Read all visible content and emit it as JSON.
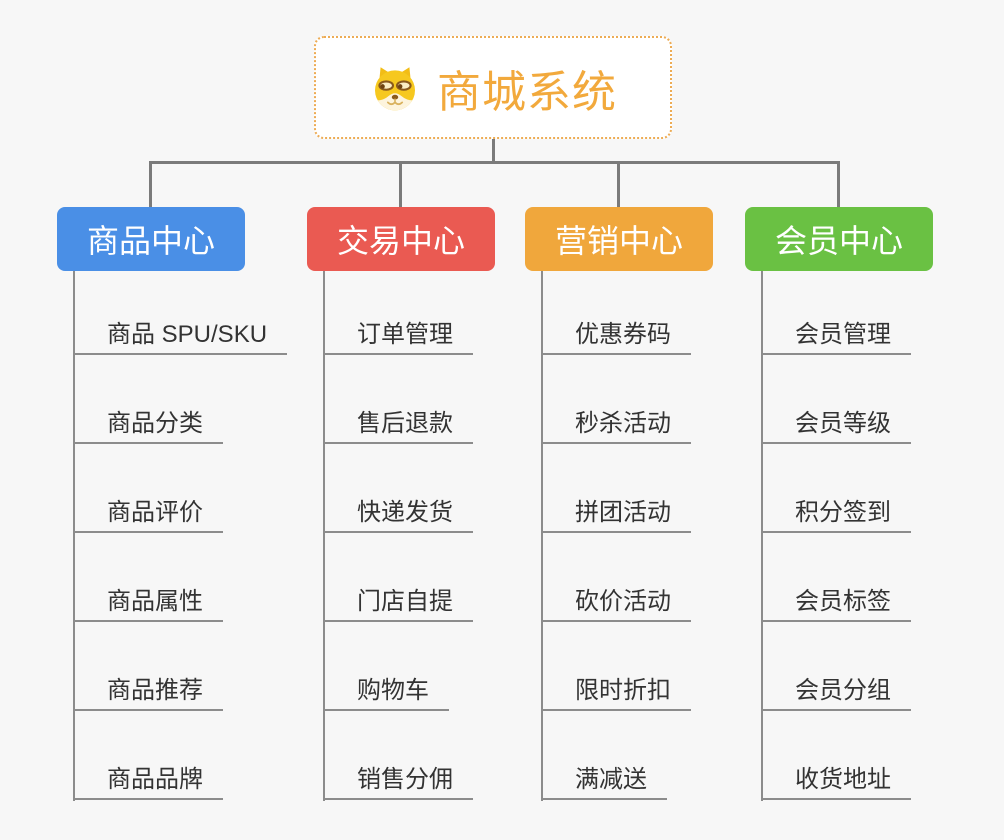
{
  "root": {
    "title": "商城系统",
    "icon": "doge-face-icon"
  },
  "colors": {
    "canvas_background": "#f7f7f7",
    "connector_line": "#7b7b7b",
    "item_underline": "#8c8c8c",
    "item_text": "#333333",
    "root_text": "#f2a93c",
    "root_border": "#edac55"
  },
  "branches": [
    {
      "label": "商品中心",
      "color": "#4a8fe6",
      "items": [
        "商品 SPU/SKU",
        "商品分类",
        "商品评价",
        "商品属性",
        "商品推荐",
        "商品品牌"
      ]
    },
    {
      "label": "交易中心",
      "color": "#ea5a52",
      "items": [
        "订单管理",
        "售后退款",
        "快递发货",
        "门店自提",
        "购物车",
        "销售分佣"
      ]
    },
    {
      "label": "营销中心",
      "color": "#f0a73c",
      "items": [
        "优惠券码",
        "秒杀活动",
        "拼团活动",
        "砍价活动",
        "限时折扣",
        "满减送"
      ]
    },
    {
      "label": "会员中心",
      "color": "#6ac143",
      "items": [
        "会员管理",
        "会员等级",
        "积分签到",
        "会员标签",
        "会员分组",
        "收货地址"
      ]
    }
  ]
}
